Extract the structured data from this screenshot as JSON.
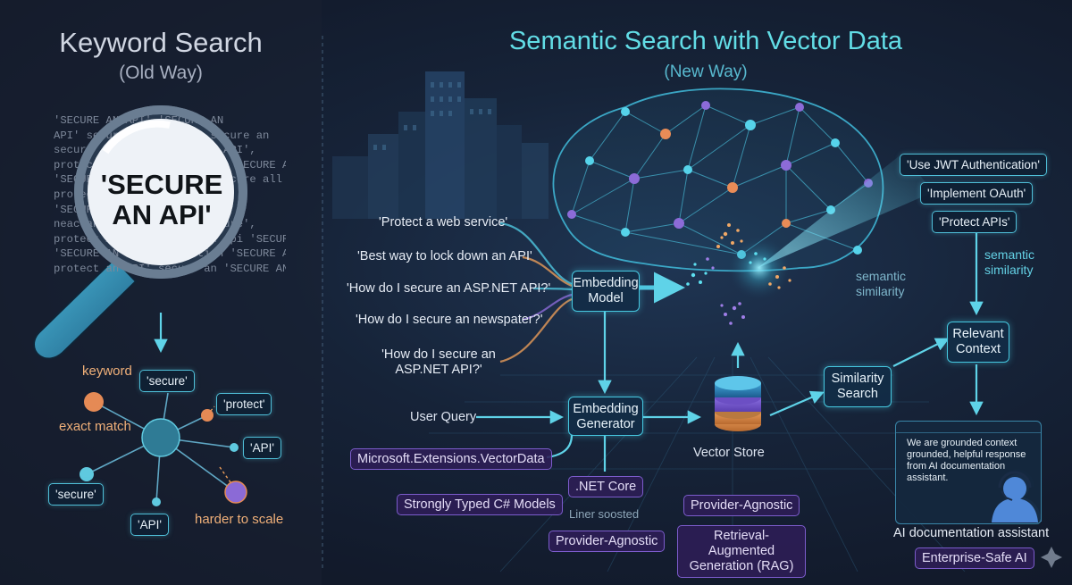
{
  "left_panel": {
    "title": "Keyword Search",
    "subtitle": "(Old Way)",
    "noise_lines": [
      "'SECURE AN API' 'SECURE AN",
      "API' secure   exact match  secure an",
      "secure  ...ults 'SECURE AN API',",
      "protect  AN API' preventing 'SECURE AN API'",
      "'SECURE  AN API' ...exact  secure all",
      "protect              AN API' ...",
      "'SECURE  AN   ...          stri  API',",
      "neac  an   API' secure   non  'cure',",
      "protect AN API' secure an api 'SECURE AN API'",
      "'SECURE AN API' pretention 'SECURE AN API'",
      "protect  an API' secure an 'SECURE AN API'"
    ],
    "lens_text": "'SECURE AN API'",
    "graph": {
      "keyword": "keyword",
      "exact_match": "exact match",
      "secure_top": "'secure'",
      "protect": "'protect'",
      "api_right": "'API'",
      "secure_bottom": "'secure'",
      "api_bottom": "'API'",
      "harder": "harder to scale"
    }
  },
  "right_panel": {
    "title": "Semantic Search with Vector Data",
    "subtitle": "(New Way)",
    "queries": [
      "'Protect a web service'",
      "'Best way to lock down an API'",
      "'How do I secure an ASP.NET API?'",
      "'How do I secure an newspater?'",
      "'How do I secure an ASP.NET API?'"
    ],
    "embedding_model": "Embedding Model",
    "semantic_similarity": "semantic similarity",
    "results": [
      "'Use JWT Authentication'",
      "'Implement OAuth'",
      "'Protect APIs'"
    ],
    "semantic_similarity_right": "semantic similarity",
    "relevant_context": "Relevant Context",
    "user_query": "User Query",
    "embedding_generator": "Embedding Generator",
    "vector_store": "Vector Store",
    "similarity_search": "Similarity Search",
    "tags": {
      "vectordata": "Microsoft.Extensions.VectorData",
      "netcore": ".NET Core",
      "liner": "Liner soosted",
      "typed": "Strongly Typed C# Models",
      "agnostic1": "Provider-Agnostic",
      "agnostic2": "Provider-Agnostic",
      "rag": "Retrieval-Augmented Generation (RAG)"
    },
    "response_text": "We are grounded context grounded, helpful response from AI documentation assistant.",
    "assistant_label": "AI documentation assistant",
    "enterprise": "Enterprise-Safe AI"
  },
  "colors": {
    "accent_cyan": "#46c8e0",
    "accent_purple": "#8c6bd8",
    "accent_orange": "#e89a5a",
    "background": "#141b2e"
  }
}
